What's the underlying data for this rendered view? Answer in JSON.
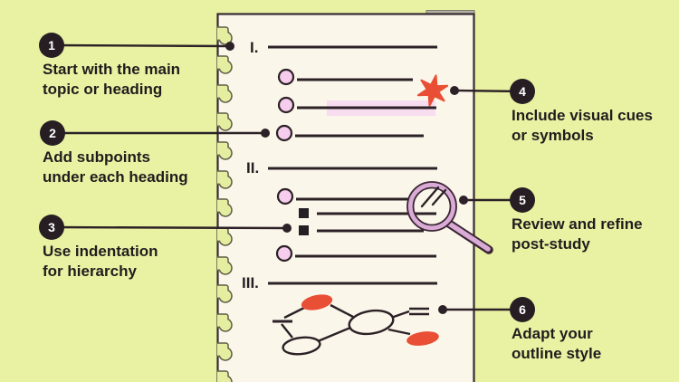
{
  "palette": {
    "background": "#e9f2a2",
    "page": "#fbf6ea",
    "ink": "#2b2126",
    "accent_red": "#e94f35",
    "bullet_pink": "#f6cdec",
    "highlight_pink": "#f8dcf0",
    "magnifier_pink": "#d9abd6",
    "coil_outline": "#5e5d45"
  },
  "callouts": [
    {
      "number": "1",
      "label": "Start with the main\ntopic or heading"
    },
    {
      "number": "2",
      "label": "Add subpoints\nunder each heading"
    },
    {
      "number": "3",
      "label": "Use indentation\nfor hierarchy"
    },
    {
      "number": "4",
      "label": "Include visual cues\nor symbols"
    },
    {
      "number": "5",
      "label": "Review and refine\npost-study"
    },
    {
      "number": "6",
      "label": "Adapt your\noutline style"
    }
  ],
  "notebook": {
    "sections": [
      {
        "numeral": "I."
      },
      {
        "numeral": "II."
      },
      {
        "numeral": "III."
      }
    ],
    "icons": [
      {
        "name": "star-icon",
        "meaning": "visual cue symbol"
      },
      {
        "name": "highlight-mark",
        "meaning": "highlighted line"
      },
      {
        "name": "magnifier-icon",
        "meaning": "review and refine"
      },
      {
        "name": "mind-map-icon",
        "meaning": "alternate outline style"
      }
    ]
  }
}
